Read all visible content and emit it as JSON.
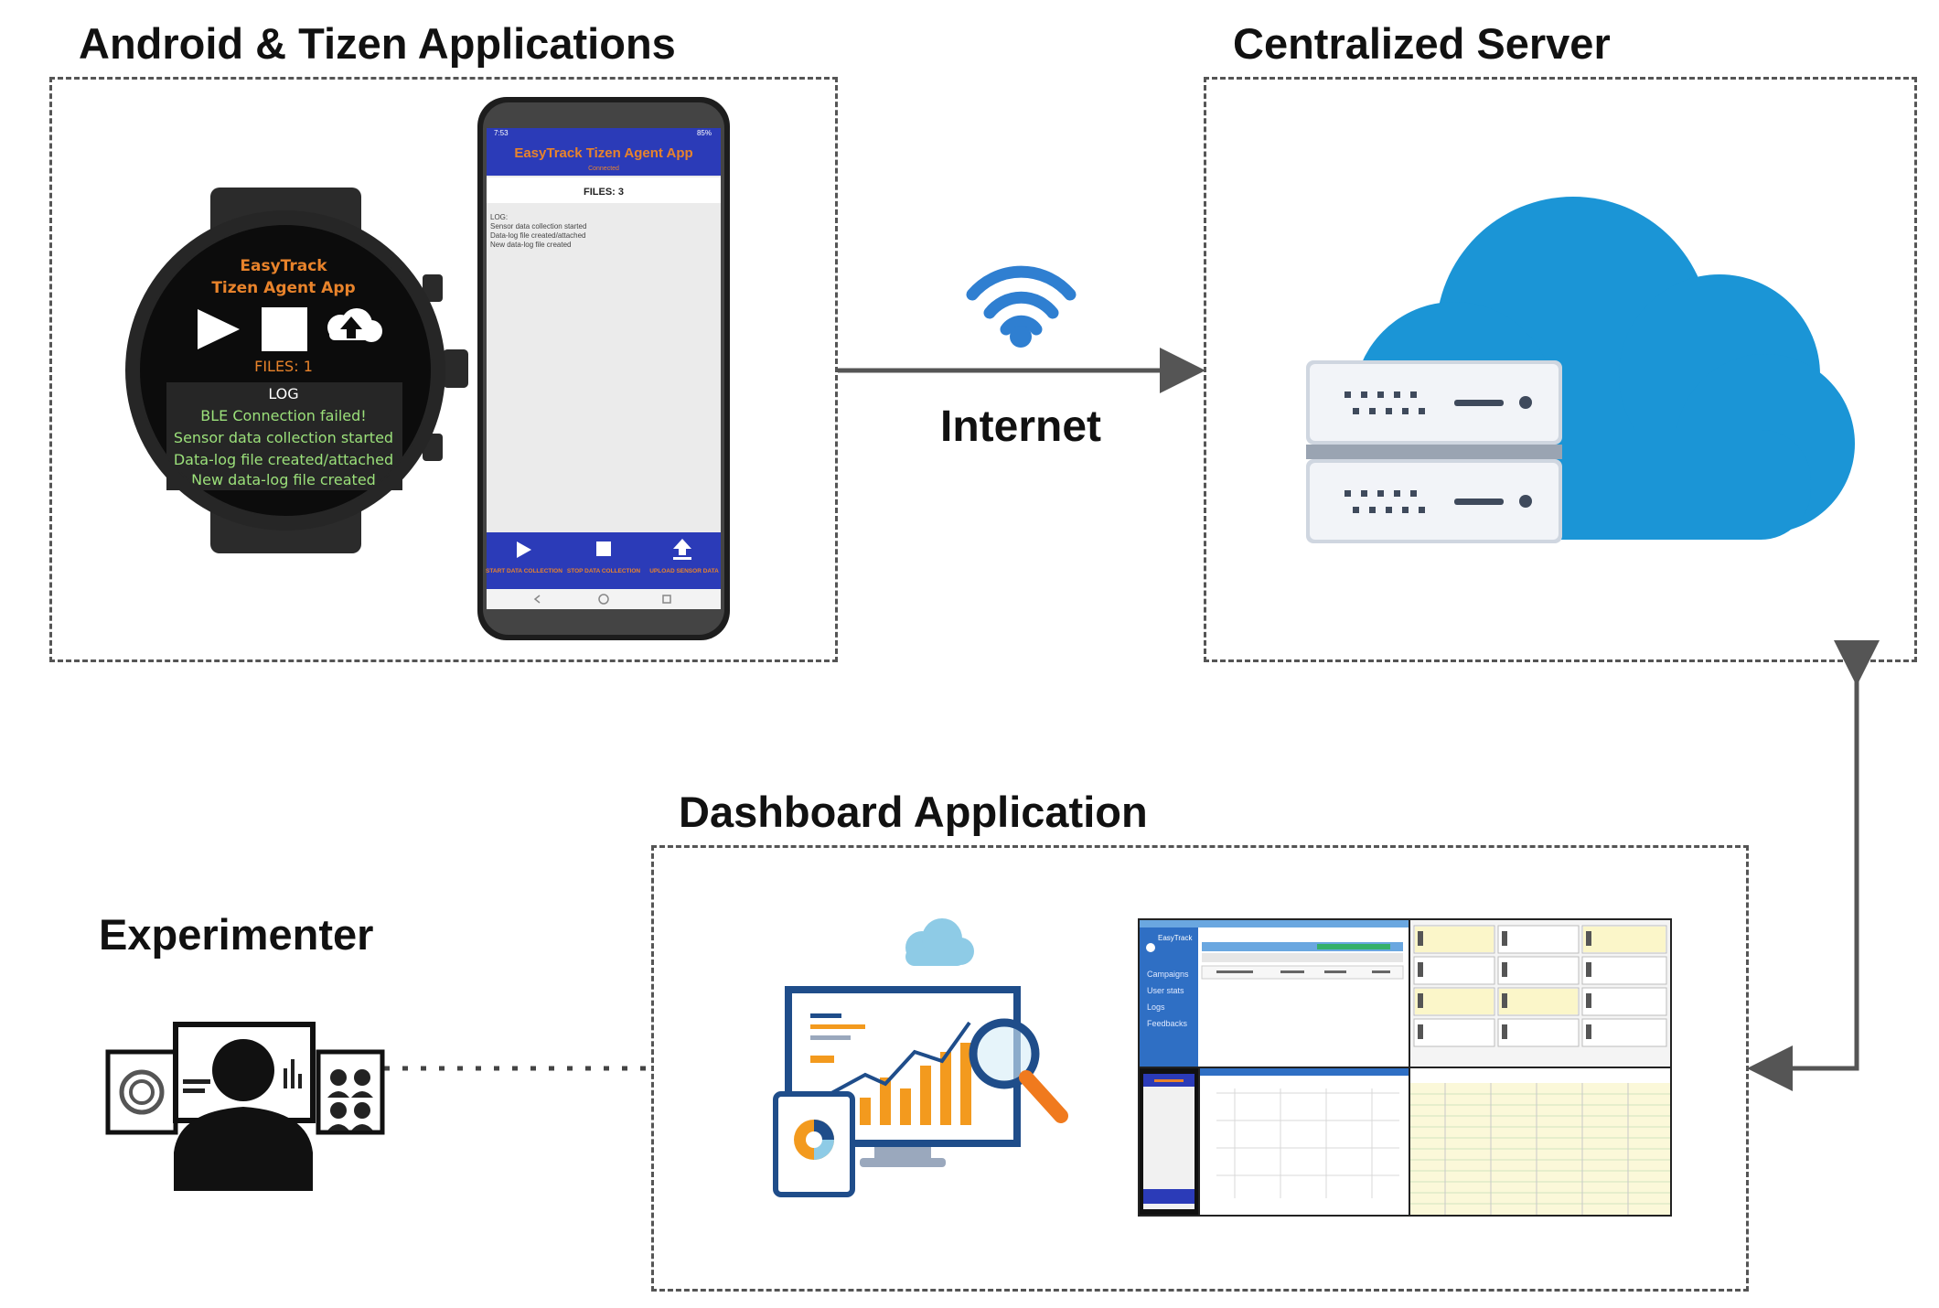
{
  "sections": {
    "apps_title": "Android & Tizen Applications",
    "server_title": "Centralized Server",
    "dashboard_title": "Dashboard Application",
    "experimenter_title": "Experimenter"
  },
  "connection": {
    "internet_label": "Internet"
  },
  "watch": {
    "app_title_line1": "EasyTrack",
    "app_title_line2": "Tizen Agent App",
    "files": "FILES: 1",
    "log_header": "LOG",
    "log_lines": [
      "BLE Connection failed!",
      "Sensor data collection started",
      "Data-log file created/attached",
      "New data-log file created"
    ]
  },
  "phone": {
    "status_time": "7:53",
    "status_right": "85%",
    "app_title": "EasyTrack Tizen Agent App",
    "status": "Connected",
    "files": "FILES: 3",
    "log_lines": [
      "LOG:",
      "Sensor data collection started",
      "Data-log file created/attached",
      "New data-log file created"
    ],
    "buttons": [
      "START DATA COLLECTION",
      "STOP DATA COLLECTION",
      "UPLOAD SENSOR DATA"
    ]
  },
  "dashboard_screens": {
    "sidebar_title": "EasyTrack",
    "menu": [
      "Campaigns",
      "User stats",
      "Logs",
      "Feedbacks"
    ]
  },
  "colors": {
    "cloud": "#1b95d6",
    "wifi": "#2f7fd1",
    "phone_header": "#2b3bb8",
    "watch_orange": "#e8832b",
    "watch_green": "#9be07a",
    "arrow": "#555555",
    "chart_orange": "#f39a1e"
  }
}
